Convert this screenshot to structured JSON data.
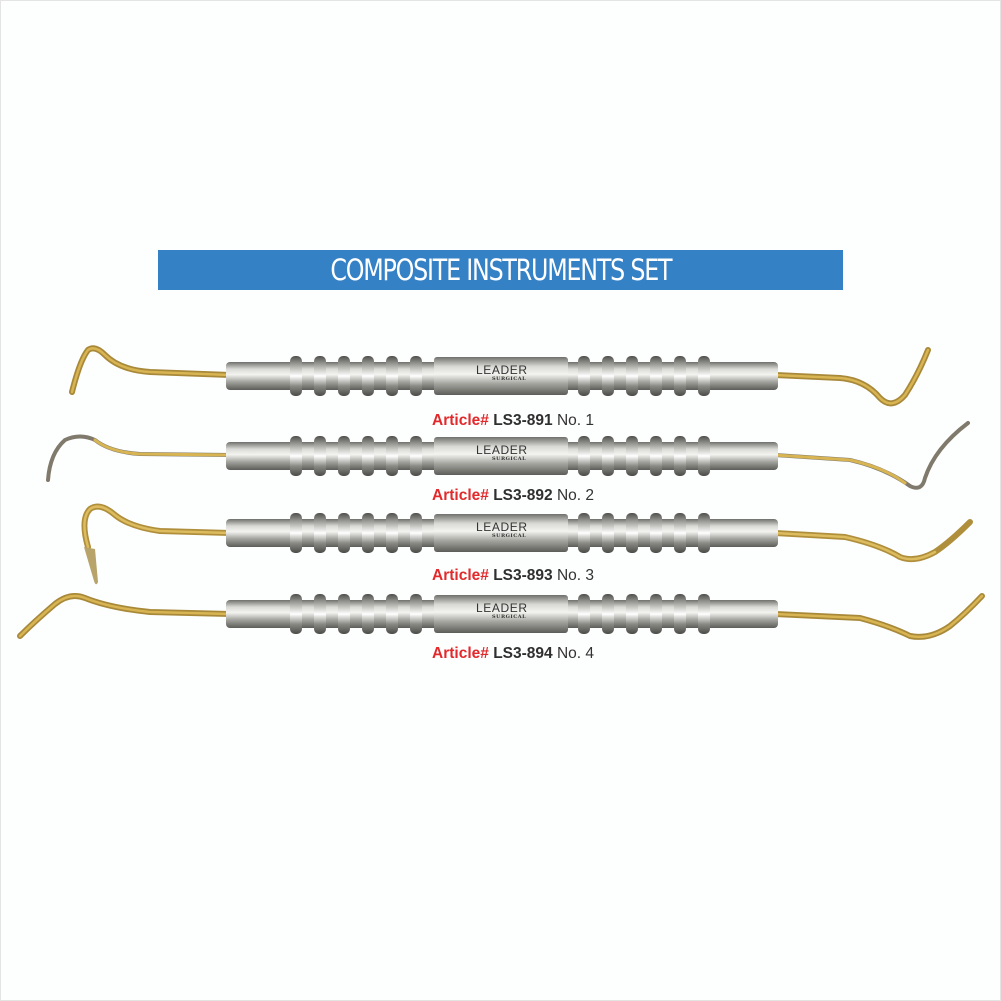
{
  "banner": {
    "title": "COMPOSITE INSTRUMENTS SET",
    "color": "#3581c6"
  },
  "brand": {
    "name": "LEADER",
    "sub": "SURGICAL"
  },
  "colors": {
    "article": "#e2292b",
    "gold": "#c9a43a",
    "steel": "#a9a9a5"
  },
  "instruments": [
    {
      "article_label": "Article#",
      "code": "LS3-891",
      "number": "No. 1"
    },
    {
      "article_label": "Article#",
      "code": "LS3-892",
      "number": "No. 2"
    },
    {
      "article_label": "Article#",
      "code": "LS3-893",
      "number": "No. 3"
    },
    {
      "article_label": "Article#",
      "code": "LS3-894",
      "number": "No. 4"
    }
  ]
}
